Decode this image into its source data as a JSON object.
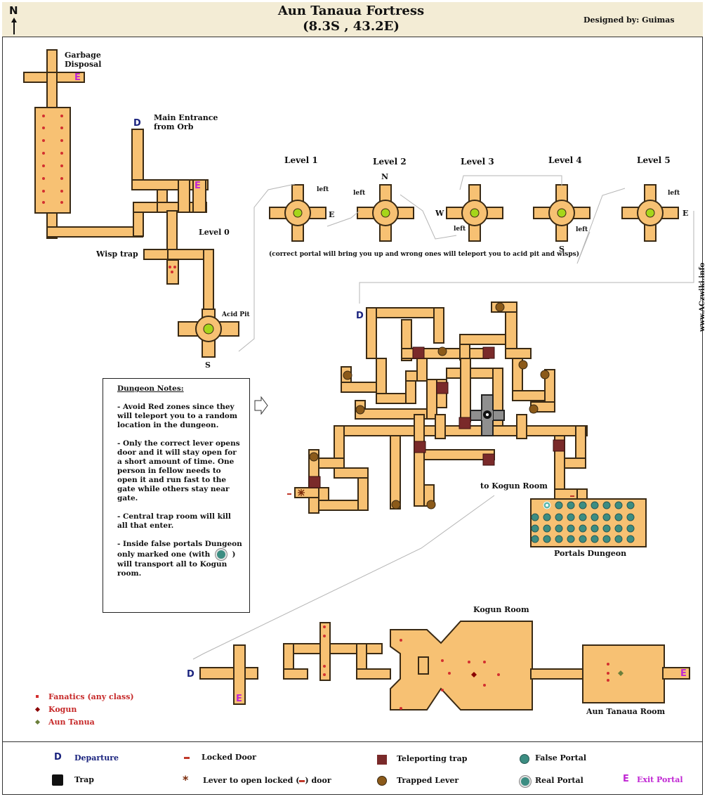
{
  "header": {
    "north": "N",
    "title": "Aun Tanaua Fortress",
    "coords": "(8.3S , 43.2E)",
    "designer": "Designed by:  Guimas"
  },
  "labels": {
    "garbage_1": "Garbage",
    "garbage_2": "Disposal",
    "main_entrance_1": "Main Entrance",
    "main_entrance_2": "from Orb",
    "level0": "Level 0",
    "wisp_trap": "Wisp trap",
    "acid_pit": "Acid Pit",
    "s_below_acid": "S",
    "to_kogun": "to Kogun Room",
    "portals_dungeon": "Portals Dungeon",
    "kogun_room": "Kogun Room",
    "aun_tanua_room": "Aun Tanaua Room",
    "departure": "D",
    "exit": "E",
    "watermark": "www.ACzwiki.info"
  },
  "levels": [
    {
      "name": "Level 1",
      "notes": [
        "left",
        "E"
      ]
    },
    {
      "name": "Level 2",
      "notes": [
        "N",
        "left"
      ]
    },
    {
      "name": "Level 3",
      "notes": [
        "W",
        "left"
      ]
    },
    {
      "name": "Level 4",
      "notes": [
        "left",
        "S"
      ]
    },
    {
      "name": "Level 5",
      "notes": [
        "left",
        "E"
      ]
    }
  ],
  "portal_note": "(correct portal will bring you up and wrong ones will teleport you to acid pit and wisps)",
  "notes": {
    "title": "Dungeon Notes:",
    "items": [
      "- Avoid Red zones since they will teleport you to a random location in the dungeon.",
      "- Only the correct lever opens door and it will stay open for a short amount of time. One person in fellow needs to open it and run fast to the gate while others stay near gate.",
      "- Central trap room will kill all that enter.",
      "- Inside false portals Dungeon only marked one (with",
      ") will transport all to Kogun room."
    ]
  },
  "mob_legend": [
    {
      "label": "Fanatics (any class)",
      "color": "#d32f2f"
    },
    {
      "label": "Kogun",
      "color": "#8b0000"
    },
    {
      "label": "Aun Tanua",
      "color": "#6b7f3a"
    }
  ],
  "legend": {
    "departure": "Departure",
    "trap": "Trap",
    "locked_door": "Locked Door",
    "lever": "Lever to open locked (",
    "lever_end": ") door",
    "teleporting_trap": "Teleporting trap",
    "trapped_lever": "Trapped Lever",
    "false_portal": "False Portal",
    "real_portal": "Real Portal",
    "exit_portal": "Exit Portal",
    "exit_letter": "E",
    "departure_letter": "D"
  },
  "colors": {
    "room": "#f7c173",
    "header_bg": "#f3ecd5",
    "teleport": "#7a2a2a",
    "portal": "#3c8d82",
    "fanatic": "#d32f2f",
    "exit": "#c026d3",
    "departure": "#1a237e"
  }
}
